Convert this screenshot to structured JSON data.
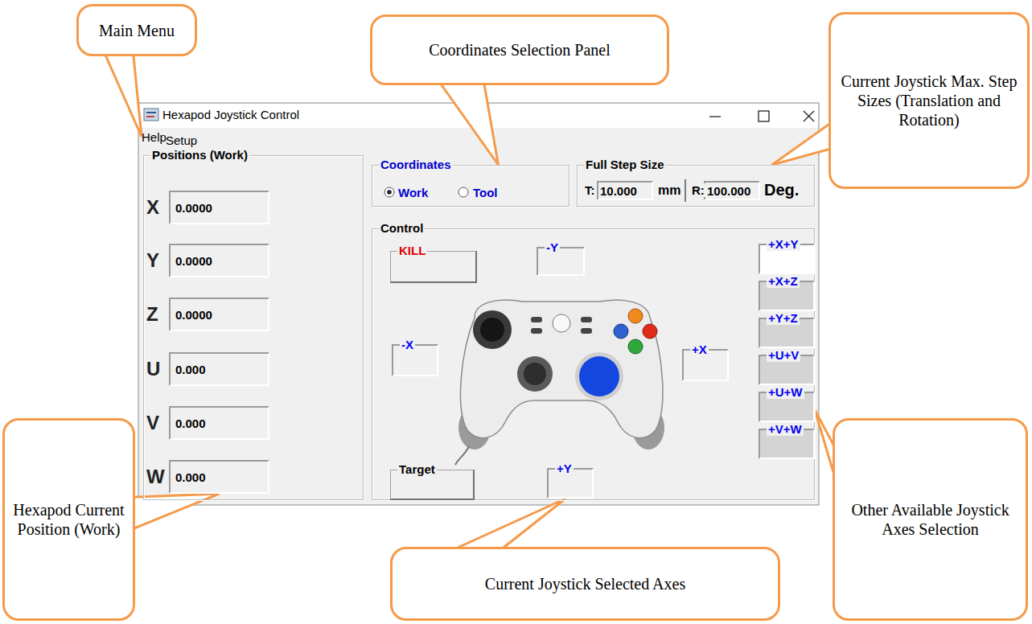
{
  "diagram": {
    "nodes": [
      {
        "text": [
          "Main Menu"
        ]
      },
      {
        "text": [
          "Coordinates Selection Panel"
        ]
      },
      {
        "text": [
          "Current Joystick Max. Step Sizes (Translation and Rotation)"
        ]
      },
      {
        "text": [
          "Hexapod Joystick Control"
        ]
      },
      {
        "text": [
          "Setup",
          "Help"
        ],
        "in": 3
      },
      {
        "text": [
          "Positions (Work)"
        ],
        "in": 3
      },
      {
        "text": [
          "X",
          "0.0000"
        ],
        "in": 5
      },
      {
        "text": [
          "Y",
          "0.0000"
        ],
        "in": 5
      },
      {
        "text": [
          "Z",
          "0.0000"
        ],
        "in": 5
      },
      {
        "text": [
          "U",
          "0.000"
        ],
        "in": 5
      },
      {
        "text": [
          "V",
          "0.000"
        ],
        "in": 5
      },
      {
        "text": [
          "W",
          "0.000"
        ],
        "in": 5
      },
      {
        "text": [
          "Coordinates",
          "Work",
          "Tool"
        ],
        "in": 3
      },
      {
        "text": [
          "Full Step Size",
          "mm",
          "Deg."
        ],
        "in": 3
      },
      {
        "text": [
          "T:",
          "10.000"
        ],
        "in": 13
      },
      {
        "text": [
          "R:",
          "100.000"
        ],
        "in": 13
      },
      {
        "text": [
          "Control"
        ],
        "in": 3
      },
      {
        "text": [
          "KILL"
        ],
        "in": 16
      },
      {
        "text": [
          "-Y"
        ],
        "in": 16
      },
      {
        "text": [
          "+X+Y"
        ],
        "in": 16
      },
      {
        "text": [
          "+X+Z"
        ],
        "in": 16
      },
      {
        "text": [
          "+Y+Z"
        ],
        "in": 16
      },
      {
        "text": [
          "-X"
        ],
        "in": 16
      },
      {
        "text": [
          "+X"
        ],
        "in": 16
      },
      {
        "text": [
          "+U+V"
        ],
        "in": 16
      },
      {
        "text": [
          "+U+W"
        ],
        "in": 16
      },
      {
        "text": [
          "+V+W"
        ],
        "in": 16
      },
      {
        "text": [
          "Target"
        ],
        "in": 16
      },
      {
        "text": [
          "+Y"
        ],
        "in": 16
      },
      {
        "text": [
          "Hexapod Current Position (Work)"
        ]
      },
      {
        "text": [
          "Current Joystick Selected Axes"
        ]
      },
      {
        "text": [
          "Other Available Joystick Axes Selection"
        ]
      }
    ],
    "edges": [
      {
        "from": 0,
        "to": 4,
        "arrow": "none"
      },
      {
        "from": 1,
        "to": 12,
        "arrow": "none"
      },
      {
        "from": 2,
        "to": 13,
        "arrow": "none"
      },
      {
        "from": 29,
        "to": 11,
        "arrow": "none"
      },
      {
        "from": 30,
        "to": 28,
        "arrow": "none"
      },
      {
        "from": 31,
        "to": 25,
        "arrow": "none"
      }
    ]
  }
}
